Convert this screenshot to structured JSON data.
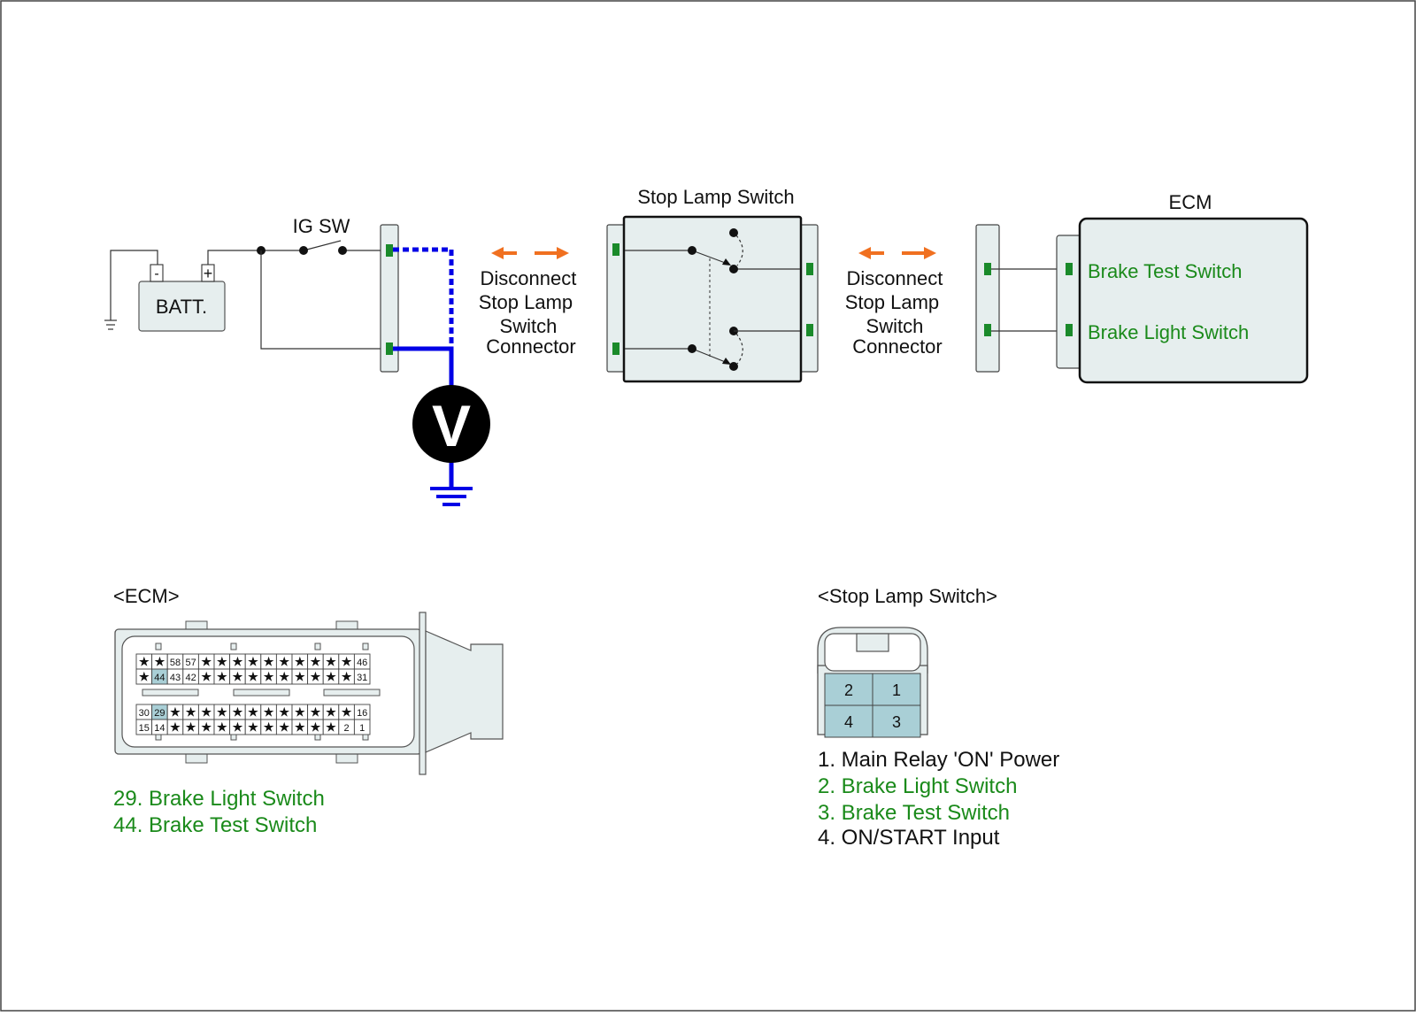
{
  "colors": {
    "signal_text": "#1a8a1a",
    "probe_wire": "#0000e6",
    "arrow": "#f07020",
    "connector_fill": "#e6eeee",
    "pin_green": "#1a8a2a",
    "pin_highlight": "#a9cfd6"
  },
  "circuit": {
    "ig_sw_label": "IG SW",
    "battery_label": "BATT.",
    "battery_minus": "-",
    "battery_plus": "+",
    "meter_label": "V",
    "left_disconnect_label": [
      "Disconnect",
      "Stop Lamp",
      "Switch",
      "Connector"
    ],
    "right_disconnect_label": [
      "Disconnect",
      "Stop Lamp",
      "Switch",
      "Connector"
    ],
    "switch_title": "Stop Lamp Switch",
    "ecm_title": "ECM",
    "ecm_signal_1": "Brake Test Switch",
    "ecm_signal_2": "Brake Light Switch"
  },
  "ecm_connector": {
    "heading": "<ECM>",
    "star_symbol": "★",
    "upper_rows": [
      [
        "★",
        "★",
        "58",
        "57",
        "★",
        "★",
        "★",
        "★",
        "★",
        "★",
        "★",
        "★",
        "★",
        "★",
        "46"
      ],
      [
        "★",
        "44",
        "43",
        "42",
        "★",
        "★",
        "★",
        "★",
        "★",
        "★",
        "★",
        "★",
        "★",
        "★",
        "31"
      ]
    ],
    "lower_rows": [
      [
        "30",
        "29",
        "★",
        "★",
        "★",
        "★",
        "★",
        "★",
        "★",
        "★",
        "★",
        "★",
        "★",
        "★",
        "16"
      ],
      [
        "15",
        "14",
        "★",
        "★",
        "★",
        "★",
        "★",
        "★",
        "★",
        "★",
        "★",
        "★",
        "★",
        "2",
        "1"
      ]
    ],
    "highlighted_pins": [
      "44",
      "29"
    ],
    "legend": [
      "29. Brake Light Switch",
      "44. Brake Test Switch"
    ]
  },
  "stop_lamp_connector": {
    "heading": "<Stop Lamp Switch>",
    "pins": [
      [
        "2",
        "1"
      ],
      [
        "4",
        "3"
      ]
    ],
    "legend": [
      {
        "text": "1. Main Relay 'ON' Power",
        "signal": false
      },
      {
        "text": "2. Brake Light Switch",
        "signal": true
      },
      {
        "text": "3. Brake Test Switch",
        "signal": true
      },
      {
        "text": "4. ON/START Input",
        "signal": false
      }
    ]
  }
}
